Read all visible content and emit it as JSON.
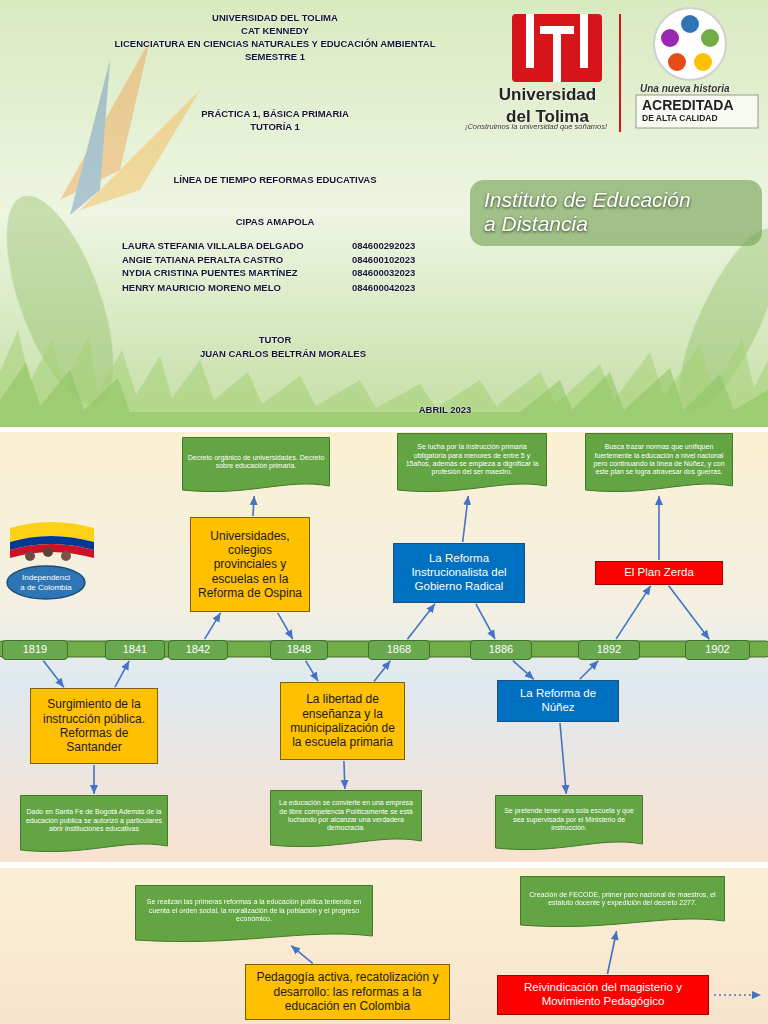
{
  "diagram": {
    "title": "LÍNEA DE TIEMPO REFORMAS EDUCATIVAS",
    "nodes": [
      {
        "text": [
          "Decreto orgánico de universidades. Decreto sobre educación primaria."
        ]
      },
      {
        "text": [
          "Se lucha por la instrucción primaria obligatoria para menores de entre 5 y 15años, además se empieza a dignificar la profesión del ser maestro."
        ]
      },
      {
        "text": [
          "Busca trazar normas que unifiquen fuertemente la educación a nivel nacional pero continuando la línea de Núñez, y con este plan se logra atravesar dos guerras."
        ]
      },
      {
        "text": [
          "Universidades, colegios provinciales y escuelas en la Reforma de Ospina"
        ]
      },
      {
        "text": [
          "Independenci a de Colombia"
        ]
      },
      {
        "text": [
          "La Reforma Instrucionalista del Gobierno Radical"
        ]
      },
      {
        "text": [
          "El Plan Zerda"
        ]
      },
      {
        "text": [
          "1819"
        ]
      },
      {
        "text": [
          "1841"
        ]
      },
      {
        "text": [
          "1842"
        ]
      },
      {
        "text": [
          "1848"
        ]
      },
      {
        "text": [
          "1868"
        ]
      },
      {
        "text": [
          "1886"
        ]
      },
      {
        "text": [
          "1892"
        ]
      },
      {
        "text": [
          "1902"
        ]
      },
      {
        "text": [
          "Surgimiento de la instrucción pública. Reformas de Santander"
        ]
      },
      {
        "text": [
          "La libertad de enseñanza y la municipalización de la escuela primaria"
        ]
      },
      {
        "text": [
          "La Reforma de Núñez"
        ]
      },
      {
        "text": [
          "Dado en Santa Fe de Bogotá Además de la educación publica se autorizó a particulares abrir instituciones educativas"
        ]
      },
      {
        "text": [
          "La educación se convierte en una empresa de libre competencia Políticamente se está luchando por alcanzar una verdadera democracia."
        ]
      },
      {
        "text": [
          "Se pretende tener una sola escuela y que sea supervisada por el Ministerio de instrucción."
        ]
      },
      {
        "text": [
          "Se realizan las primeras reformas a la educación publica teniendo en cuenta el orden social, la moralización de la población y el progreso económico."
        ]
      },
      {
        "text": [
          "Creación de FECODE, primer paro nacional de maestros, el estatuto docente y expedición del decreto 2277."
        ]
      },
      {
        "text": [
          "Pedagogía activa, recatolización y desarrollo: las reformas a la educación en Colombia"
        ]
      },
      {
        "text": [
          "Reivindicación del magisterio y Movimiento Pedagógico"
        ]
      }
    ],
    "edges": [
      {
        "from": 7,
        "to": 15,
        "arrow": "to"
      },
      {
        "from": 15,
        "to": 8,
        "arrow": "to"
      },
      {
        "from": 9,
        "to": 3,
        "arrow": "to"
      },
      {
        "from": 3,
        "to": 10,
        "arrow": "to"
      },
      {
        "from": 10,
        "to": 16,
        "arrow": "to"
      },
      {
        "from": 16,
        "to": 11,
        "arrow": "to"
      },
      {
        "from": 11,
        "to": 5,
        "arrow": "to"
      },
      {
        "from": 5,
        "to": 12,
        "arrow": "to"
      },
      {
        "from": 12,
        "to": 17,
        "arrow": "to"
      },
      {
        "from": 17,
        "to": 13,
        "arrow": "to"
      },
      {
        "from": 13,
        "to": 6,
        "arrow": "to"
      },
      {
        "from": 6,
        "to": 14,
        "arrow": "to"
      },
      {
        "from": 3,
        "to": 0,
        "arrow": "to"
      },
      {
        "from": 5,
        "to": 1,
        "arrow": "to"
      },
      {
        "from": 6,
        "to": 2,
        "arrow": "to"
      },
      {
        "from": 15,
        "to": 18,
        "arrow": "to"
      },
      {
        "from": 16,
        "to": 19,
        "arrow": "to"
      },
      {
        "from": 17,
        "to": 20,
        "arrow": "to"
      },
      {
        "from": 23,
        "to": 21,
        "arrow": "to"
      },
      {
        "from": 24,
        "to": 22,
        "arrow": "to"
      }
    ],
    "labels": [
      "UNIVERSIDAD DEL TOLIMA",
      "CAT KENNEDY",
      "LICENCIATURA EN CIENCIAS NATURALES Y EDUCACIÓN AMBIENTAL",
      "SEMESTRE 1",
      "PRÁCTICA 1, BÁSICA PRIMARIA",
      "TUTORÍA 1",
      "CIPAS AMAPOLA",
      "LAURA STEFANIA VILLALBA DELGADO",
      "084600292023",
      "ANGIE TATIANA PERALTA CASTRO",
      "084600102023",
      "NYDIA CRISTINA PUENTES MARTÍNEZ",
      "084600032023",
      "HENRY MAURICIO MORENO MELO",
      "084600042023",
      "TUTOR",
      "JUAN CARLOS BELTRÁN MORALES",
      "ABRIL 2023",
      "Universidad del Tolima",
      "¡Construimos la universidad que soñamos!",
      "Una nueva historia",
      "ACREDITADA",
      "DE ALTA CALIDAD",
      "Instituto de Educación a Distancia"
    ]
  }
}
